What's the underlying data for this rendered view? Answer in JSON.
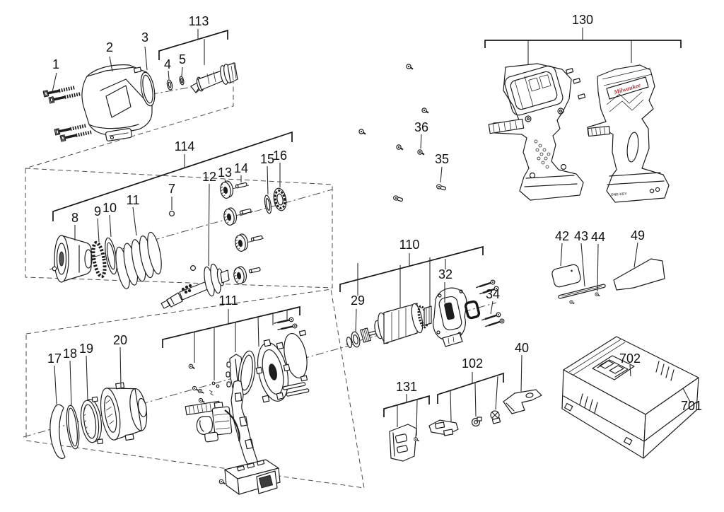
{
  "diagram": {
    "background": "#ffffff",
    "line_color": "#1d1d1d",
    "accent_color": "#bf2b30",
    "brand_logo_text": "Milwaukee",
    "one_key_label": "ONE-KEY"
  },
  "labels": [
    {
      "text": "1"
    },
    {
      "text": "2"
    },
    {
      "text": "3"
    },
    {
      "text": "4"
    },
    {
      "text": "5"
    },
    {
      "text": "7"
    },
    {
      "text": "8"
    },
    {
      "text": "9"
    },
    {
      "text": "10"
    },
    {
      "text": "11"
    },
    {
      "text": "12"
    },
    {
      "text": "13"
    },
    {
      "text": "14"
    },
    {
      "text": "15"
    },
    {
      "text": "16"
    },
    {
      "text": "17"
    },
    {
      "text": "18"
    },
    {
      "text": "19"
    },
    {
      "text": "20"
    },
    {
      "text": "29"
    },
    {
      "text": "32"
    },
    {
      "text": "34"
    },
    {
      "text": "35"
    },
    {
      "text": "36"
    },
    {
      "text": "40"
    },
    {
      "text": "42"
    },
    {
      "text": "43"
    },
    {
      "text": "44"
    },
    {
      "text": "49"
    },
    {
      "text": "102"
    },
    {
      "text": "110"
    },
    {
      "text": "111"
    },
    {
      "text": "113"
    },
    {
      "text": "114"
    },
    {
      "text": "130"
    },
    {
      "text": "131"
    },
    {
      "text": "701"
    },
    {
      "text": "702"
    }
  ]
}
